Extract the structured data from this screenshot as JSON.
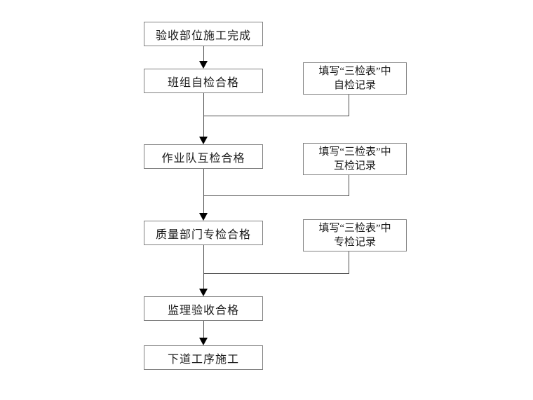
{
  "diagram": {
    "type": "flowchart",
    "background_color": "#ffffff",
    "box_border_color": "#808080",
    "line_color": "#4d4d4d",
    "arrow_color": "#000000",
    "text_color": "#1a1a1a",
    "main_flow": [
      {
        "label": "验收部位施工完成"
      },
      {
        "label": "班组自检合格"
      },
      {
        "label": "作业队互检合格"
      },
      {
        "label": "质量部门专检合格"
      },
      {
        "label": "监理验收合格"
      },
      {
        "label": "下道工序施工"
      }
    ],
    "side_notes": [
      {
        "line1": "填写“三检表”中",
        "line2": "自检记录"
      },
      {
        "line1": "填写“三检表”中",
        "line2": "互检记录"
      },
      {
        "line1": "填写“三检表”中",
        "line2": "专检记录"
      }
    ]
  }
}
